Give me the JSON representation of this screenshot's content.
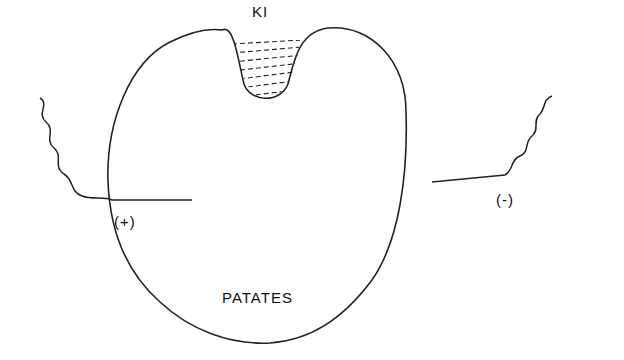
{
  "diagram": {
    "nodes": [
      {
        "text": [
          "PATATES"
        ]
      }
    ],
    "labels": [
      "KI",
      "(+)",
      "(-)"
    ]
  }
}
